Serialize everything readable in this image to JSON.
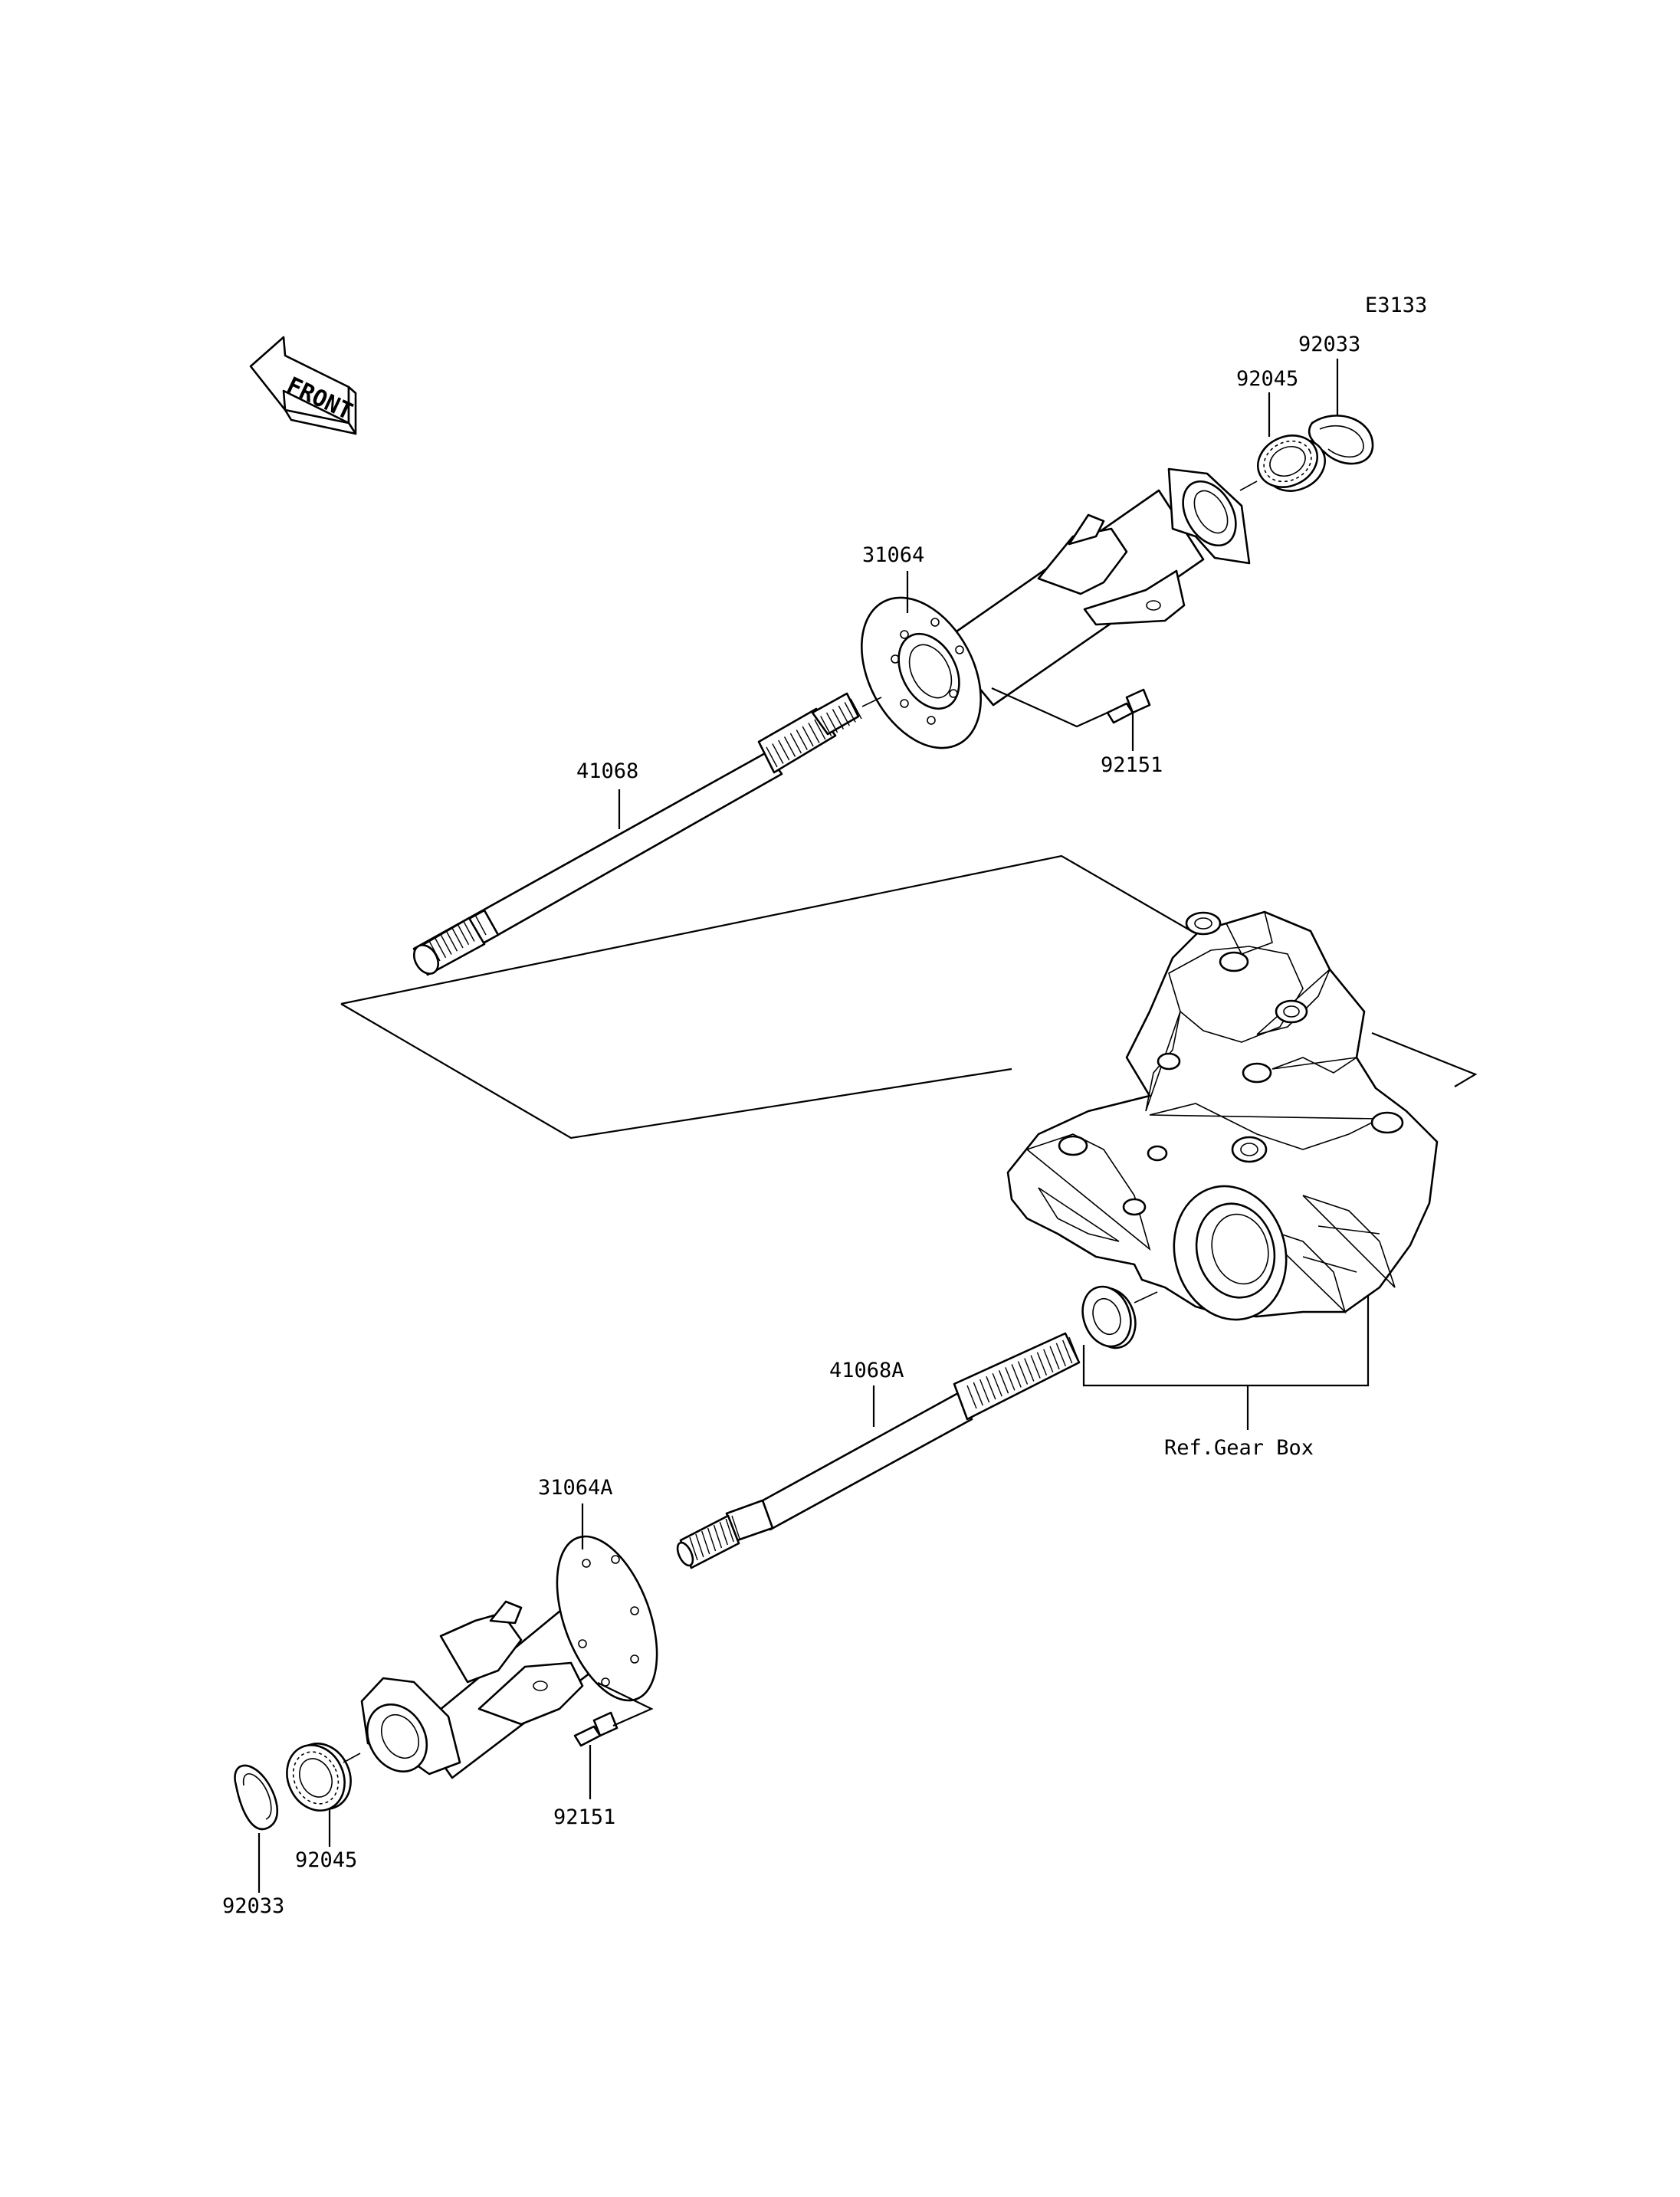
{
  "diagram_code": "E3133",
  "front_label": "FRONT",
  "parts": {
    "snap_ring_top": "92033",
    "bearing_top": "92045",
    "housing_top": "31064",
    "bolt_top": "92151",
    "shaft_top": "41068",
    "shaft_bottom": "41068A",
    "gearbox_ref": "Ref.Gear Box",
    "housing_bottom": "31064A",
    "bolt_bottom": "92151",
    "bearing_bottom": "92045",
    "snap_ring_bottom": "92033"
  }
}
